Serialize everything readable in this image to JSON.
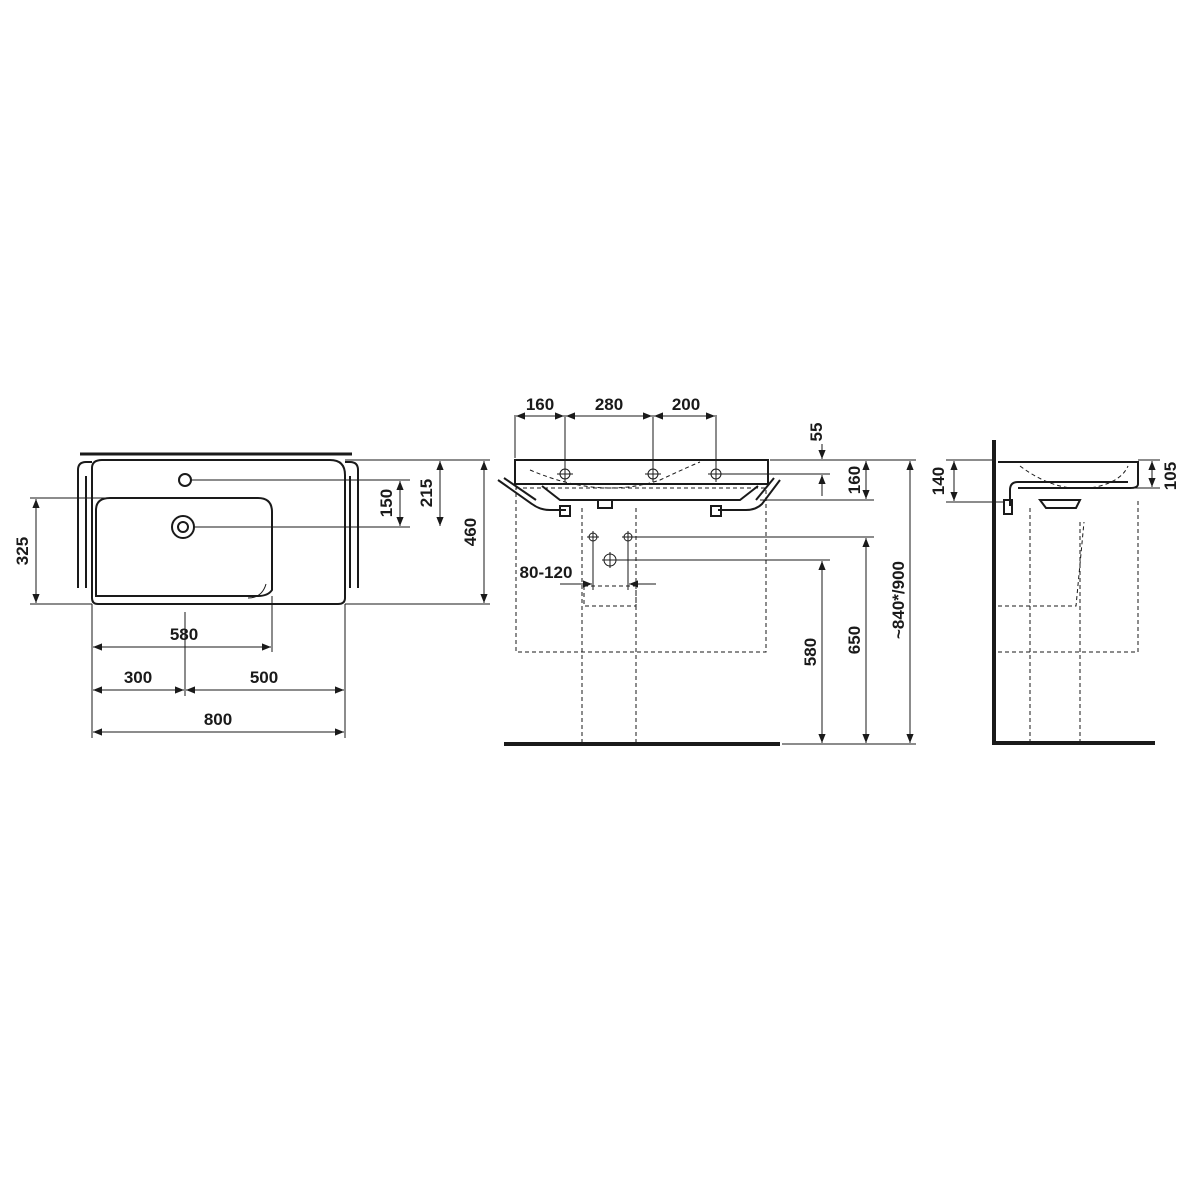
{
  "plan_view": {
    "width_total": "800",
    "offset_left": "300",
    "offset_right": "500",
    "bowl_width": "580",
    "depth_total": "460",
    "bowl_depth": "325",
    "tap_hole_offset": "150",
    "waste_offset": "215"
  },
  "front_view": {
    "tap_spacing_left": "160",
    "tap_spacing_middle": "280",
    "tap_spacing_right": "200",
    "rim_height": "55",
    "bowl_height": "160",
    "waste_range": "80-120",
    "height_580": "580",
    "height_650": "650",
    "height_rim": "~840*/900"
  },
  "side_view": {
    "rim_depth": "140",
    "bowl_depth": "105"
  }
}
